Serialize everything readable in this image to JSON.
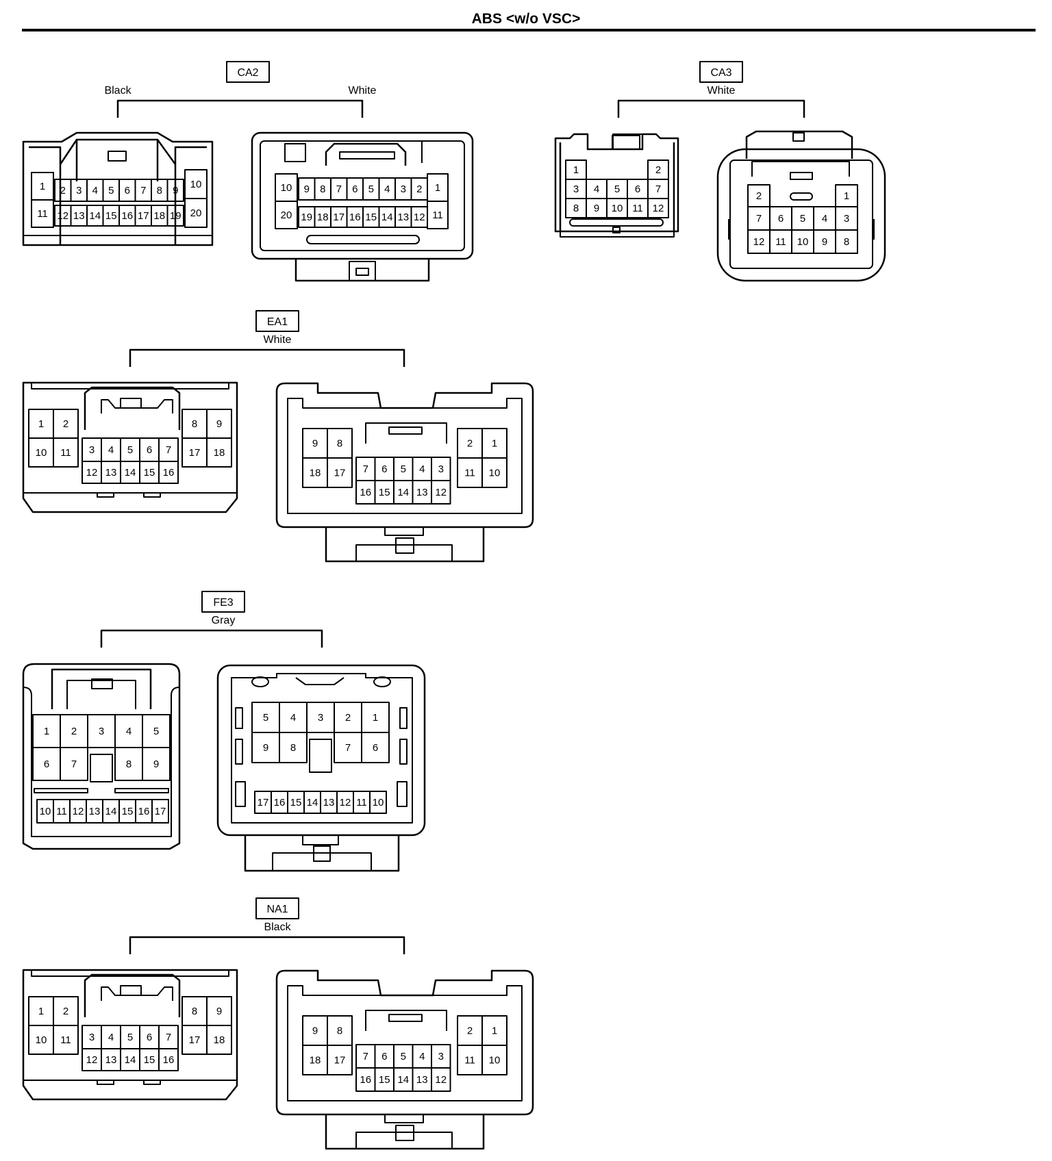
{
  "page": {
    "title": "ABS <w/o VSC>"
  },
  "connectors": {
    "ca2": {
      "code": "CA2",
      "left_color": "Black",
      "right_color": "White"
    },
    "ca3": {
      "code": "CA3",
      "color": "White"
    },
    "ea1": {
      "code": "EA1",
      "color": "White"
    },
    "fe3": {
      "code": "FE3",
      "color": "Gray"
    },
    "na1": {
      "code": "NA1",
      "color": "Black"
    }
  },
  "pins": {
    "ca2_left": {
      "top": [
        "2",
        "3",
        "4",
        "5",
        "6",
        "7",
        "8",
        "9"
      ],
      "bottom": [
        "12",
        "13",
        "14",
        "15",
        "16",
        "17",
        "18",
        "19"
      ],
      "side_left": [
        "1",
        "11"
      ],
      "side_right": [
        "10",
        "20"
      ]
    },
    "ca2_right": {
      "top": [
        "9",
        "8",
        "7",
        "6",
        "5",
        "4",
        "3",
        "2"
      ],
      "bottom": [
        "19",
        "18",
        "17",
        "16",
        "15",
        "14",
        "13",
        "12"
      ],
      "side_left": [
        "10",
        "20"
      ],
      "side_right": [
        "1",
        "11"
      ]
    },
    "ca3_left": {
      "row1": [
        "1",
        "2"
      ],
      "row2": [
        "3",
        "4",
        "5",
        "6",
        "7"
      ],
      "row3": [
        "8",
        "9",
        "10",
        "11",
        "12"
      ]
    },
    "ca3_right": {
      "row1": [
        "2",
        "1"
      ],
      "row2": [
        "7",
        "6",
        "5",
        "4",
        "3"
      ],
      "row3": [
        "12",
        "11",
        "10",
        "9",
        "8"
      ]
    },
    "ea1_left": {
      "lg": [
        [
          "1",
          "2"
        ],
        [
          "10",
          "11"
        ]
      ],
      "rg": [
        [
          "8",
          "9"
        ],
        [
          "17",
          "18"
        ]
      ],
      "center": [
        [
          "3",
          "4",
          "5",
          "6",
          "7"
        ],
        [
          "12",
          "13",
          "14",
          "15",
          "16"
        ]
      ]
    },
    "ea1_right": {
      "lg": [
        [
          "9",
          "8"
        ],
        [
          "18",
          "17"
        ]
      ],
      "rg": [
        [
          "2",
          "1"
        ],
        [
          "11",
          "10"
        ]
      ],
      "center": [
        [
          "7",
          "6",
          "5",
          "4",
          "3"
        ],
        [
          "16",
          "15",
          "14",
          "13",
          "12"
        ]
      ]
    },
    "fe3_left": {
      "row1": [
        "1",
        "2",
        "3",
        "4",
        "5"
      ],
      "row2": [
        "6",
        "7",
        "8",
        "9"
      ],
      "row3": [
        "10",
        "11",
        "12",
        "13",
        "14",
        "15",
        "16",
        "17"
      ]
    },
    "fe3_right": {
      "row1": [
        "5",
        "4",
        "3",
        "2",
        "1"
      ],
      "row2": [
        "9",
        "8",
        "7",
        "6"
      ],
      "row3": [
        "17",
        "16",
        "15",
        "14",
        "13",
        "12",
        "11",
        "10"
      ]
    },
    "na1_left": {
      "lg": [
        [
          "1",
          "2"
        ],
        [
          "10",
          "11"
        ]
      ],
      "rg": [
        [
          "8",
          "9"
        ],
        [
          "17",
          "18"
        ]
      ],
      "center": [
        [
          "3",
          "4",
          "5",
          "6",
          "7"
        ],
        [
          "12",
          "13",
          "14",
          "15",
          "16"
        ]
      ]
    },
    "na1_right": {
      "lg": [
        [
          "9",
          "8"
        ],
        [
          "18",
          "17"
        ]
      ],
      "rg": [
        [
          "2",
          "1"
        ],
        [
          "11",
          "10"
        ]
      ],
      "center": [
        [
          "7",
          "6",
          "5",
          "4",
          "3"
        ],
        [
          "16",
          "15",
          "14",
          "13",
          "12"
        ]
      ]
    }
  }
}
